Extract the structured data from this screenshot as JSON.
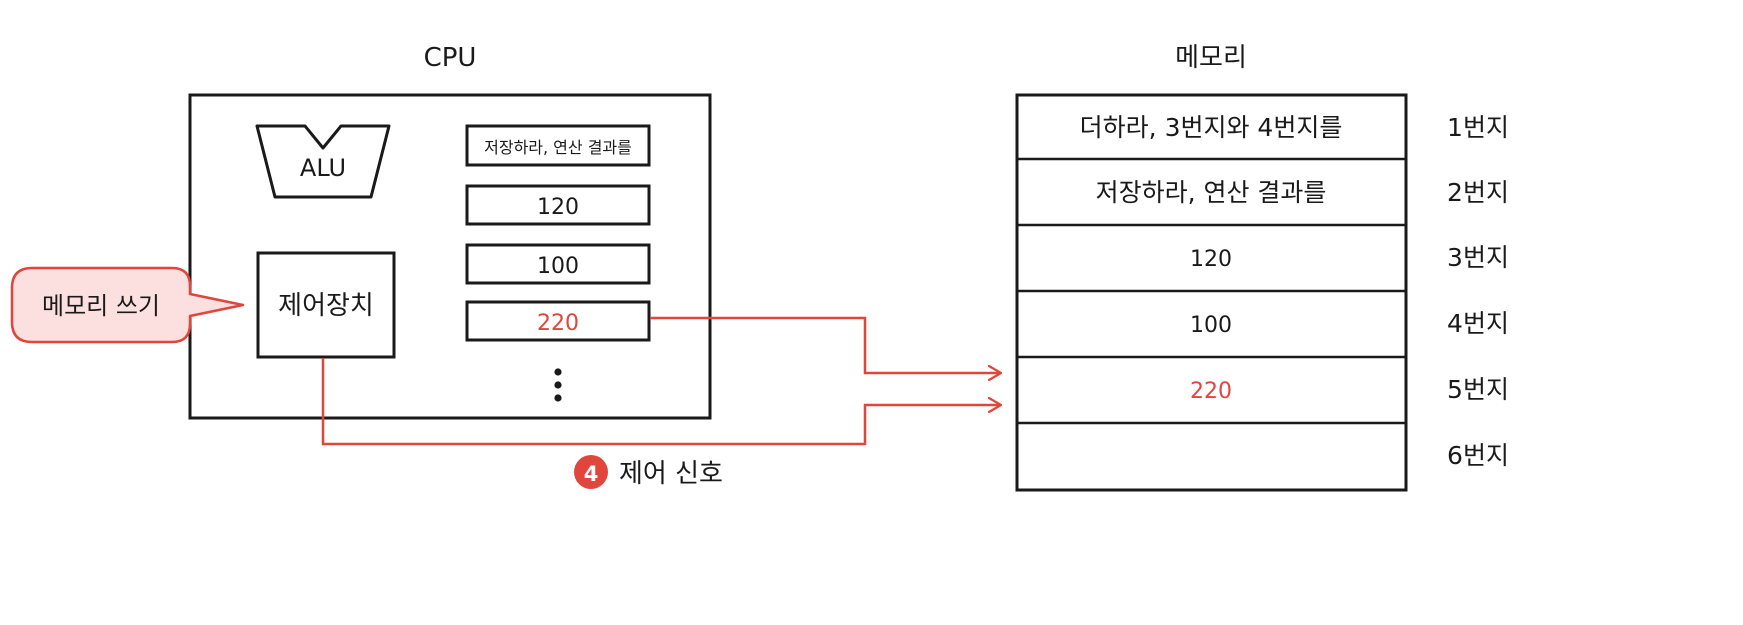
{
  "cpu": {
    "title": "CPU",
    "alu_label": "ALU",
    "control_unit_label": "제어장치",
    "registers": [
      {
        "value": "저장하라, 연산 결과를",
        "highlight": false
      },
      {
        "value": "120",
        "highlight": false
      },
      {
        "value": "100",
        "highlight": false
      },
      {
        "value": "220",
        "highlight": true
      }
    ],
    "more_glyph": "⋮"
  },
  "memory": {
    "title": "메모리",
    "cells": [
      {
        "value": "더하라, 3번지와 4번지를",
        "address": "1번지",
        "highlight": false
      },
      {
        "value": "저장하라, 연산 결과를",
        "address": "2번지",
        "highlight": false
      },
      {
        "value": "120",
        "address": "3번지",
        "highlight": false
      },
      {
        "value": "100",
        "address": "4번지",
        "highlight": false
      },
      {
        "value": "220",
        "address": "5번지",
        "highlight": true
      },
      {
        "value": "",
        "address": "6번지",
        "highlight": false
      }
    ]
  },
  "callout": {
    "text": "메모리 쓰기"
  },
  "signal": {
    "step_number": "4",
    "label": "제어 신호"
  },
  "colors": {
    "accent": "#e0463b",
    "callout_fill": "#fbe0df",
    "stroke": "#1a1a1a"
  }
}
